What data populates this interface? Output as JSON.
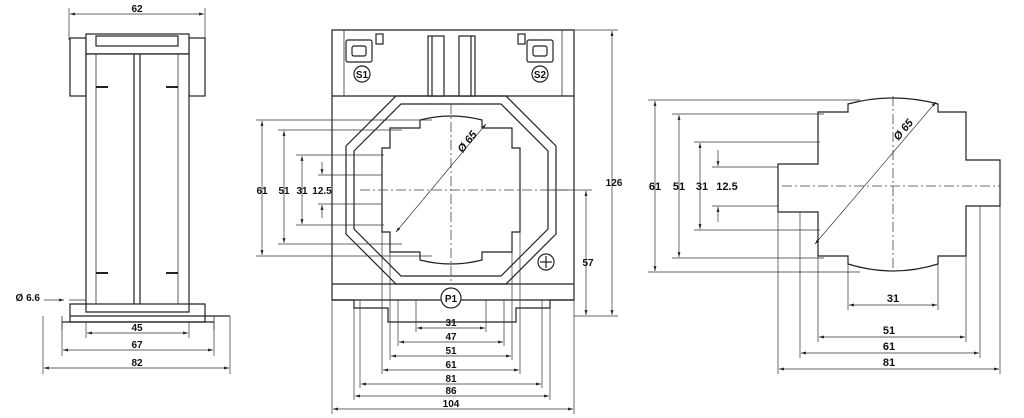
{
  "side_view": {
    "width_top": "62",
    "hole_dia": "Ø 6.6",
    "dim_45": "45",
    "dim_67": "67",
    "dim_82": "82"
  },
  "front_view": {
    "terminal_s1": "S1",
    "terminal_s2": "S2",
    "terminal_p1": "P1",
    "bore_dia": "Ø 65",
    "height_126": "126",
    "height_57": "57",
    "v_61": "61",
    "v_51": "51",
    "v_31": "31",
    "v_12_5": "12.5",
    "h_31": "31",
    "h_47": "47",
    "h_51": "51",
    "h_61": "61",
    "h_81": "81",
    "h_86": "86",
    "h_104": "104"
  },
  "bore_view": {
    "bore_dia": "Ø 65",
    "v_61": "61",
    "v_51": "51",
    "v_31": "31",
    "v_12_5": "12.5",
    "h_31": "31",
    "h_51": "51",
    "h_61": "61",
    "h_81": "81"
  }
}
